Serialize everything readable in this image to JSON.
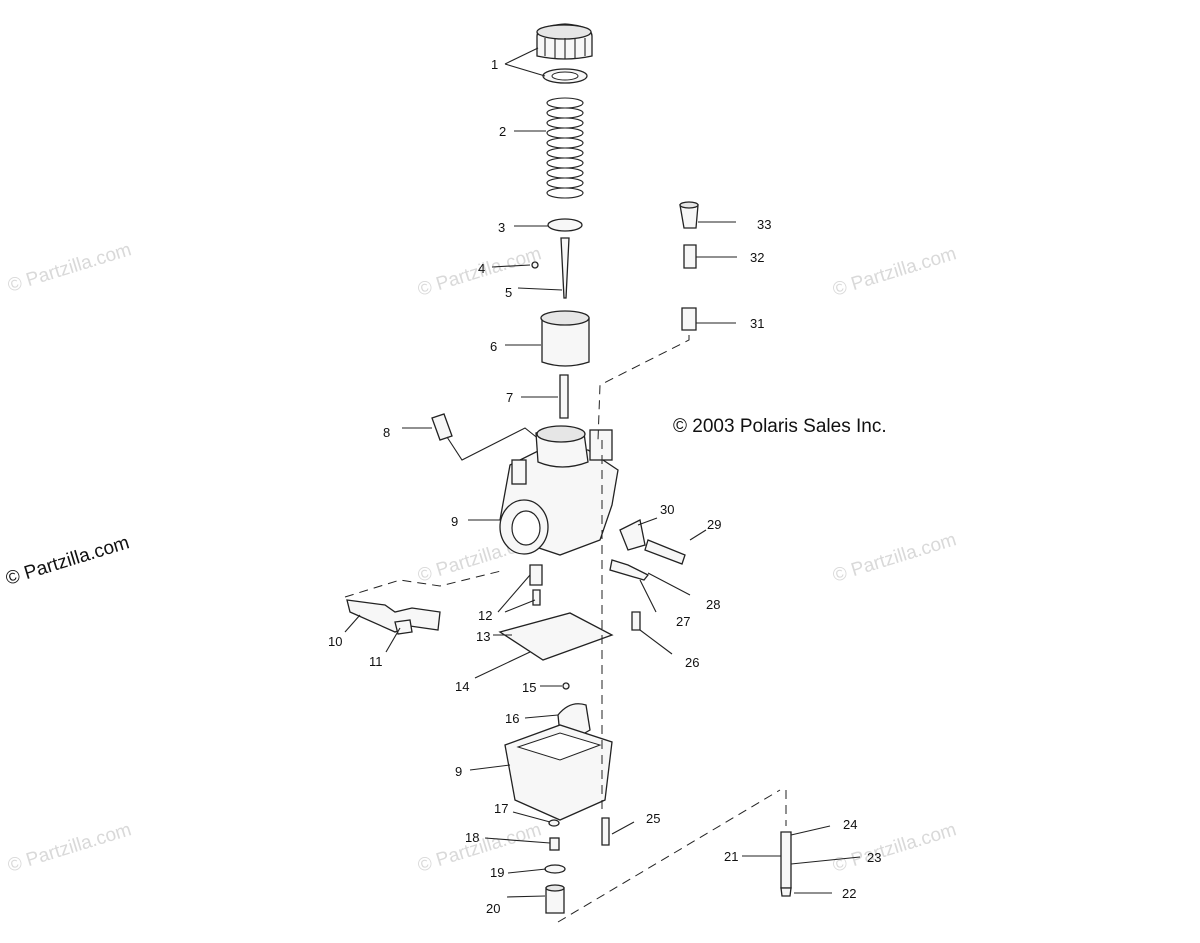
{
  "copyright": "© 2003 Polaris Sales Inc.",
  "watermark": "© Partzilla.com",
  "callouts": {
    "c1": "1",
    "c2": "2",
    "c3": "3",
    "c4": "4",
    "c5": "5",
    "c6": "6",
    "c7": "7",
    "c8": "8",
    "c9a": "9",
    "c9b": "9",
    "c10": "10",
    "c11": "11",
    "c12": "12",
    "c13": "13",
    "c14": "14",
    "c15": "15",
    "c16": "16",
    "c17": "17",
    "c18": "18",
    "c19": "19",
    "c20": "20",
    "c21": "21",
    "c22": "22",
    "c23": "23",
    "c24": "24",
    "c25": "25",
    "c26": "26",
    "c27": "27",
    "c28": "28",
    "c29": "29",
    "c30": "30",
    "c31": "31",
    "c32": "32",
    "c33": "33"
  }
}
